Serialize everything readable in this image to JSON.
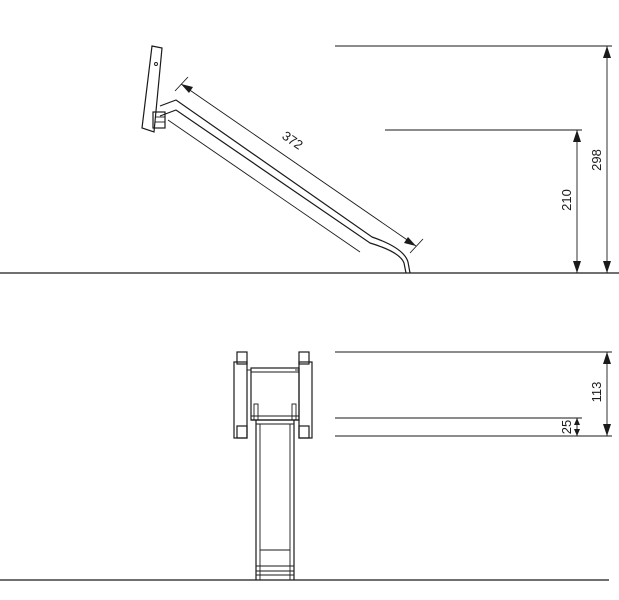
{
  "dimensions": {
    "slide_length": "372",
    "platform_height": "210",
    "total_height": "298",
    "front_total_height": "113",
    "front_lower_height": "25"
  },
  "colors": {
    "line": "#1a1a1a",
    "background": "#ffffff"
  }
}
